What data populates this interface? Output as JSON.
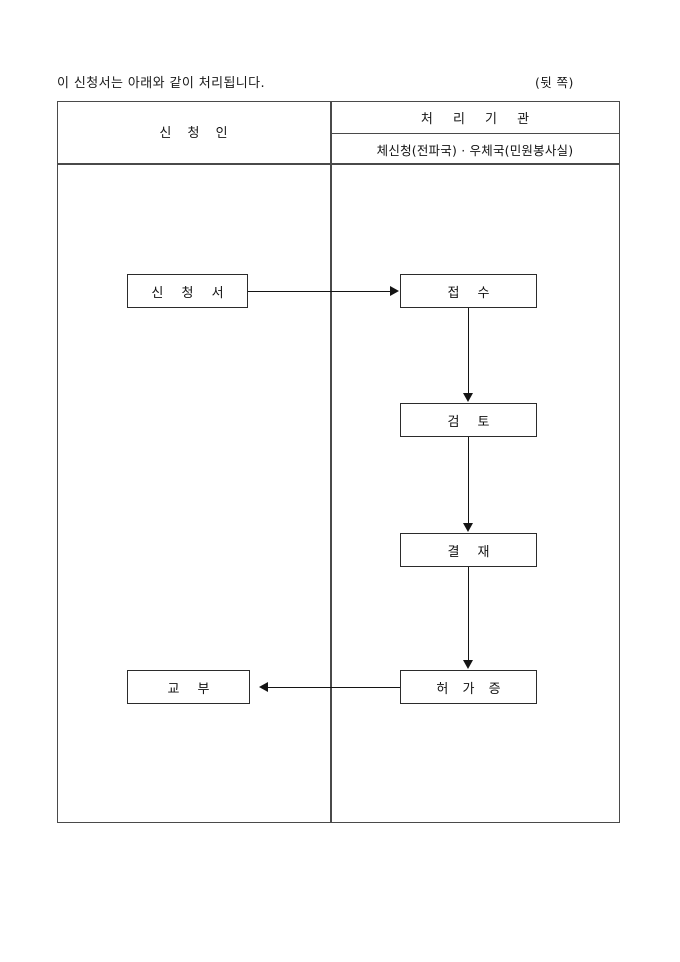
{
  "document": {
    "caption": "이 신청서는 아래와 같이 처리됩니다.",
    "page_marker": "(뒷 쪽)"
  },
  "table": {
    "columns": [
      {
        "header": "신  청  인"
      },
      {
        "header": "처  리  기  관",
        "subheader": "체신청(전파국) · 우체국(민원봉사실)"
      }
    ]
  },
  "flow": {
    "nodes": [
      {
        "id": "application",
        "label": "신 청 서",
        "column": "applicant"
      },
      {
        "id": "receipt",
        "label": "접    수",
        "column": "agency"
      },
      {
        "id": "review",
        "label": "검    토",
        "column": "agency"
      },
      {
        "id": "approval",
        "label": "결    재",
        "column": "agency"
      },
      {
        "id": "permit",
        "label": "허 가 증",
        "column": "agency"
      },
      {
        "id": "issuance",
        "label": "교    부",
        "column": "applicant"
      }
    ],
    "edges": [
      {
        "from": "application",
        "to": "receipt",
        "direction": "right"
      },
      {
        "from": "receipt",
        "to": "review",
        "direction": "down"
      },
      {
        "from": "review",
        "to": "approval",
        "direction": "down"
      },
      {
        "from": "approval",
        "to": "permit",
        "direction": "down"
      },
      {
        "from": "permit",
        "to": "issuance",
        "direction": "left"
      }
    ]
  },
  "colors": {
    "page_background": "#ffffff",
    "table_border": "#4a4a4a",
    "node_border": "#2b2b2b",
    "connector": "#141414",
    "text": "#111111"
  }
}
